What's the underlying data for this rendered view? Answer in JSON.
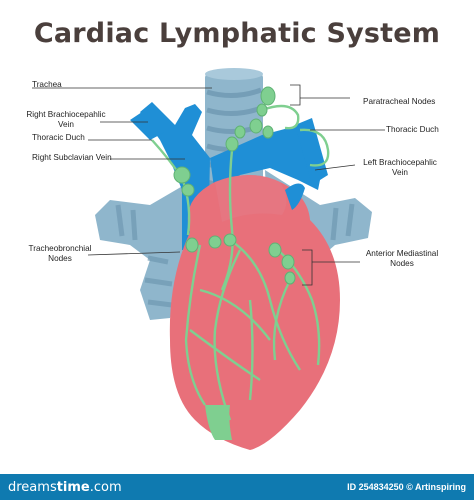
{
  "title": "Cardiac Lymphatic System",
  "labels": {
    "trachea": "Trachea",
    "right_brachiocephalic_vein_l1": "Right Brachiocepahlic",
    "right_brachiocephalic_vein_l2": "Vein",
    "thoracic_duct_left": "Thoracic Duch",
    "right_subclavian_vein": "Right Subclavian Vein",
    "tracheobronchial_nodes_l1": "Tracheobronchial",
    "tracheobronchial_nodes_l2": "Nodes",
    "paratracheal_nodes": "Paratracheal Nodes",
    "thoracic_duct_right": "Thoracic Duch",
    "left_brachiocephalic_vein_l1": "Left Brachiocepahlic",
    "left_brachiocephalic_vein_l2": "Vein",
    "anterior_mediastinal_nodes_l1": "Anterior Mediastinal",
    "anterior_mediastinal_nodes_l2": "Nodes"
  },
  "footer": {
    "brand_light": "dreams",
    "brand_bold": "time",
    "brand_suffix": ".com",
    "credit": "ID 254834250 © Artinspiring"
  },
  "colors": {
    "heart": "#e8707a",
    "vein": "#1f8fd6",
    "trachea": "#8fb6cc",
    "lymph": "#7fcf90",
    "footer": "#0f7ab0"
  }
}
